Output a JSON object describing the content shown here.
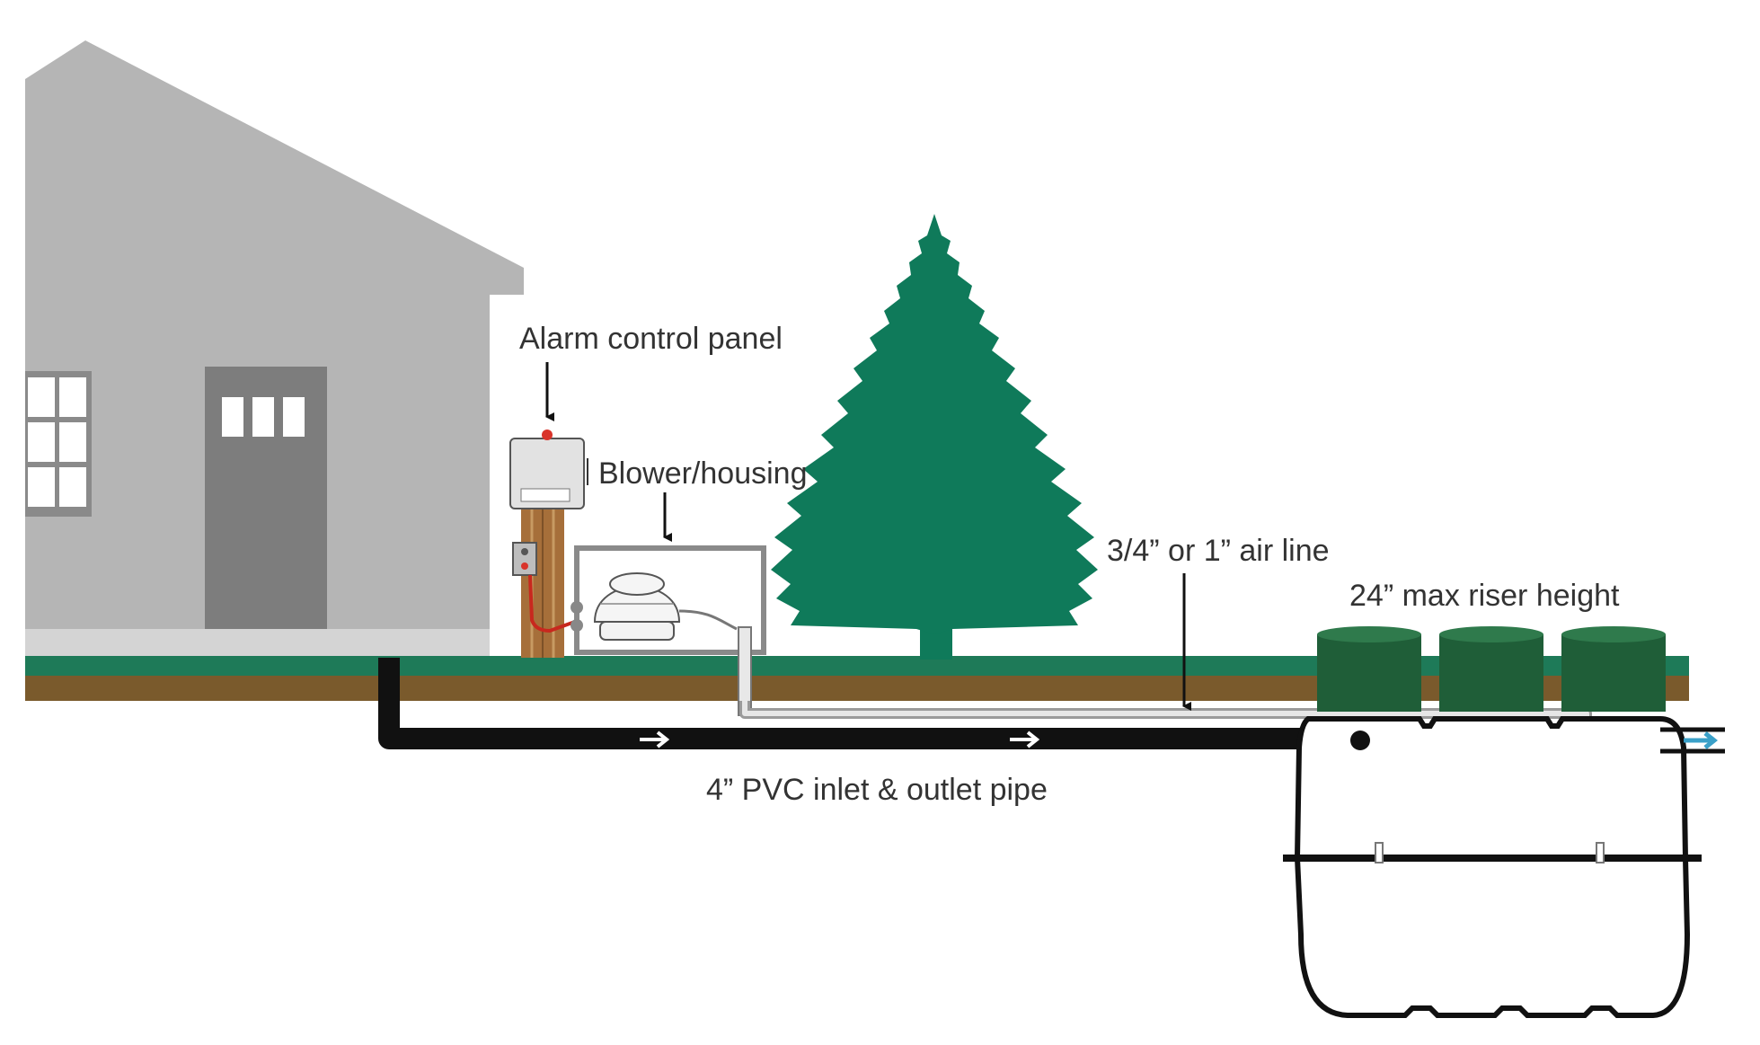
{
  "labels": {
    "alarm_control_panel": "Alarm control panel",
    "blower_housing": "Blower/housing",
    "air_line": "3/4” or 1” air line",
    "riser_height": "24” max riser height",
    "pvc_pipe": "4” PVC inlet & outlet pipe"
  },
  "colors": {
    "house": "#b5b5b5",
    "door": "#7d7d7d",
    "grass": "#1e7a58",
    "soil": "#7a5a2c",
    "tree": "#0f7a5a",
    "riser": "#1f5e38",
    "pipe": "#111111",
    "air_line": "#aaaaaa",
    "alarm_light": "#d9342b",
    "wire": "#c8281e",
    "flow_arrow_outlet": "#3aa0c8"
  },
  "icons": {
    "flow_arrow": "right-arrow-icon",
    "pointer_arrow": "down-arrow-icon"
  }
}
